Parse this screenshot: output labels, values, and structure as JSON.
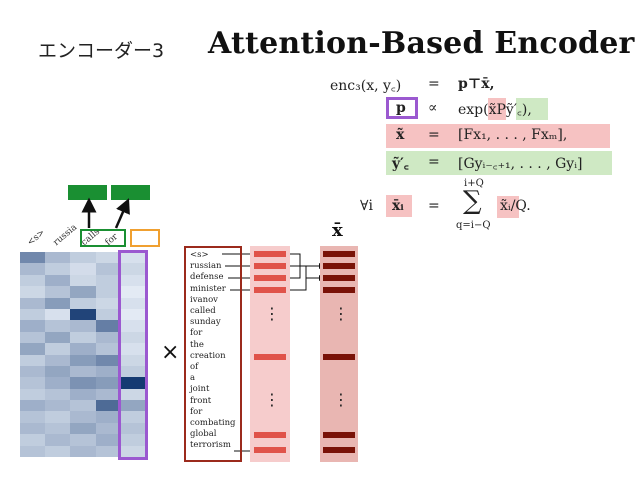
{
  "title": {
    "japanese": "エンコーダー3",
    "english": "Attention-Based Encoder"
  },
  "equations": {
    "line1_lhs": "enc₃(x, y꜀)",
    "line1_op": "=",
    "line1_rhs": "p⊤x̄,",
    "line2_lhs": "p",
    "line2_op": "∝",
    "line2_rhs": "exp(x̃Pỹ′꜀),",
    "line3_lhs": "x̃",
    "line3_op": "=",
    "line3_rhs": "[Fx₁, . . . , Fxₘ],",
    "line4_lhs": "ỹ′꜀",
    "line4_op": "=",
    "line4_rhs": "[Gyᵢ₋꜀₊₁, . . . , Gyᵢ]",
    "line5_forall": "∀i",
    "line5_lhs": "x̄ᵢ",
    "line5_op": "=",
    "line5_sum": "∑",
    "line5_sum_top": "i+Q",
    "line5_sum_bottom": "q=i−Q",
    "line5_rhs": "x̃ᵢ/Q."
  },
  "context_words": [
    "<s>",
    "russia",
    "calls",
    "for"
  ],
  "input_words": [
    "<s>",
    "russian",
    "defense",
    "minister",
    "ivanov",
    "called",
    "sunday",
    "for",
    "the",
    "creation",
    "of",
    "a",
    "joint",
    "front",
    "for",
    "combating",
    "global",
    "terrorism"
  ],
  "labels": {
    "times": "×",
    "xbar": "x̄",
    "vdots": "⋮"
  },
  "colors": {
    "purple": "#9b59d0",
    "green": "#1a9a3a",
    "orange": "#f0a030",
    "dark_red": "#9b2a1c",
    "pink_band": "#f6cccc",
    "red_bar": "#e0534a",
    "maroon_bar": "#7a1208",
    "highlight_green": "#cfe9c4",
    "highlight_red": "#f6c2c2"
  },
  "heatmap": {
    "rows": 18,
    "cols": 5,
    "cells": [
      [
        0.55,
        0.3,
        0.2,
        0.15,
        0.1
      ],
      [
        0.3,
        0.2,
        0.12,
        0.25,
        0.15
      ],
      [
        0.2,
        0.35,
        0.15,
        0.2,
        0.1
      ],
      [
        0.15,
        0.25,
        0.4,
        0.2,
        0.05
      ],
      [
        0.3,
        0.45,
        0.2,
        0.15,
        0.1
      ],
      [
        0.2,
        0.1,
        0.9,
        0.2,
        0.05
      ],
      [
        0.35,
        0.25,
        0.3,
        0.6,
        0.1
      ],
      [
        0.25,
        0.4,
        0.2,
        0.3,
        0.15
      ],
      [
        0.4,
        0.2,
        0.35,
        0.25,
        0.1
      ],
      [
        0.2,
        0.3,
        0.45,
        0.55,
        0.15
      ],
      [
        0.3,
        0.4,
        0.3,
        0.35,
        0.2
      ],
      [
        0.25,
        0.35,
        0.5,
        0.45,
        0.95
      ],
      [
        0.2,
        0.25,
        0.35,
        0.3,
        0.15
      ],
      [
        0.35,
        0.3,
        0.25,
        0.7,
        0.4
      ],
      [
        0.25,
        0.2,
        0.3,
        0.35,
        0.2
      ],
      [
        0.3,
        0.25,
        0.4,
        0.3,
        0.25
      ],
      [
        0.2,
        0.3,
        0.25,
        0.35,
        0.2
      ],
      [
        0.25,
        0.2,
        0.3,
        0.25,
        0.15
      ]
    ]
  }
}
